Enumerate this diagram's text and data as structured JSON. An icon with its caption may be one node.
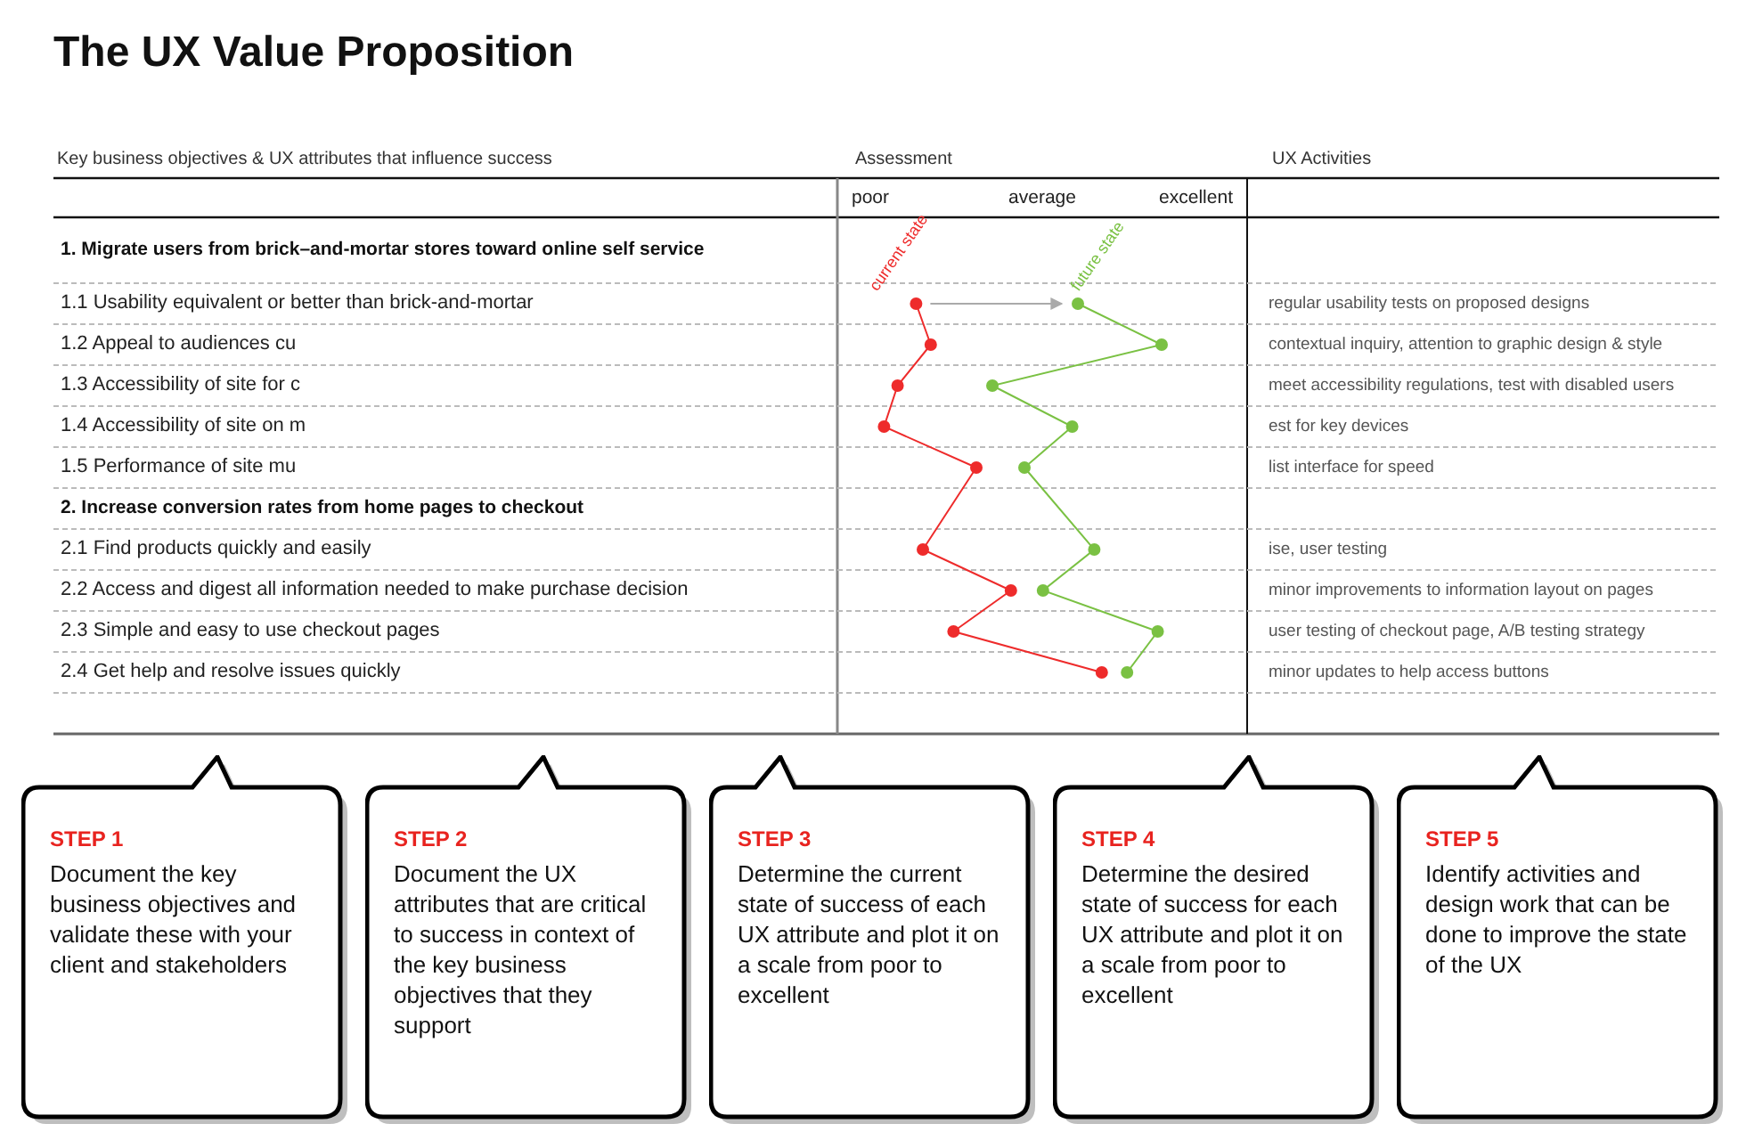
{
  "diagram": {
    "title": "The UX Value Proposition",
    "nodes": [
      {
        "text": [
          "STEP 1",
          "Document the key business objectives and validate these with your client and stakeholders"
        ]
      },
      {
        "text": [
          "STEP 2",
          "Document the UX attributes that are critical to success in context of the key business objectives that they support"
        ]
      },
      {
        "text": [
          "STEP 3",
          "Determine the current state of success of each UX attribute and plot it on a scale from poor to excellent"
        ]
      },
      {
        "text": [
          "STEP 4",
          "Determine the desired state of success for each UX attribute and plot it on a scale from poor to excellent"
        ]
      },
      {
        "text": [
          "STEP 5",
          "Identify activities and design work that can be done to improve the state of the UX"
        ]
      }
    ],
    "labels": [
      "Key business objectives & UX attributes that influence success",
      "Assessment",
      "UX Activities",
      "poor",
      "average",
      "excellent",
      "current state",
      "future state",
      "1. Migrate users from brick–and-mortar stores toward online self service",
      "1.1 Usability equivalent or better than brick-and-mortar",
      "regular usability tests on proposed designs",
      "1.2 Appeal to audiences cu",
      "contextual inquiry, attention to graphic design & style",
      "1.3 Accessibility of site for c",
      "meet accessibility regulations, test with disabled users",
      "1.4 Accessibility of site on m",
      "est for key devices",
      "1.5 Performance of site mu",
      "list interface for speed",
      "2. Increase conversion rates from home pages to checkout",
      "2.1 Find products quickly and easily",
      "ise, user testing",
      "2.2 Access and digest all information needed to make purchase decision",
      "minor improvements to information layout on pages",
      "2.3 Simple and easy to use checkout pages",
      "user testing of checkout page, A/B testing strategy",
      "2.4 Get help and resolve issues quickly",
      "minor updates to help access buttons"
    ]
  }
}
